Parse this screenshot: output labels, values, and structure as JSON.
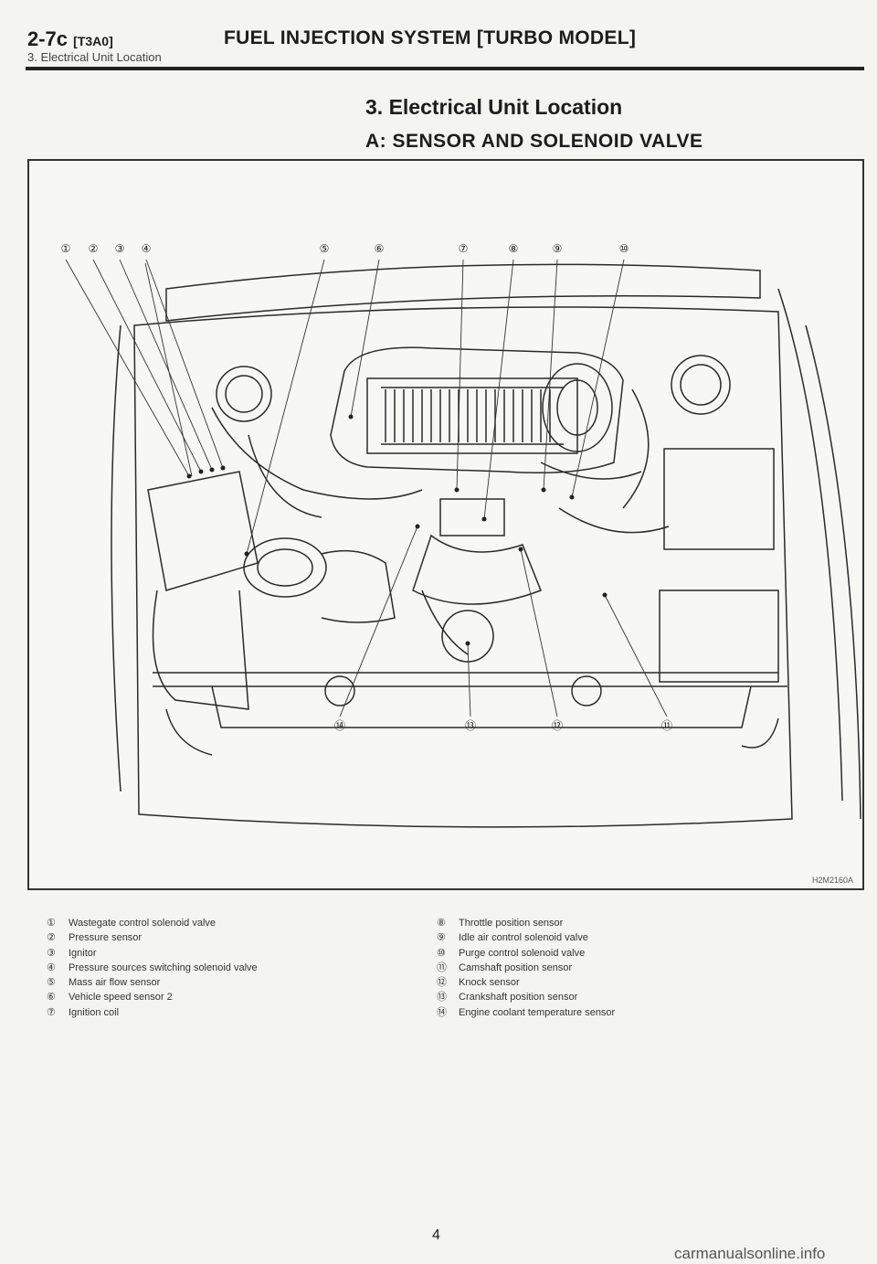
{
  "header": {
    "code": "2-7c",
    "code_tag": "[T3A0]",
    "title": "FUEL INJECTION SYSTEM [TURBO MODEL]",
    "subtitle": "3. Electrical Unit Location"
  },
  "section": {
    "title": "3. Electrical Unit Location",
    "subtitle": "A: SENSOR AND SOLENOID VALVE"
  },
  "figure": {
    "id": "H2M2160A",
    "callouts": [
      "①",
      "②",
      "③",
      "④",
      "⑤",
      "⑥",
      "⑦",
      "⑧",
      "⑨",
      "⑩",
      "⑪",
      "⑫",
      "⑬",
      "⑭"
    ]
  },
  "legend": {
    "left": [
      {
        "num": "①",
        "text": "Wastegate control solenoid valve"
      },
      {
        "num": "②",
        "text": "Pressure sensor"
      },
      {
        "num": "③",
        "text": "Ignitor"
      },
      {
        "num": "④",
        "text": "Pressure sources switching solenoid valve"
      },
      {
        "num": "⑤",
        "text": "Mass air flow sensor"
      },
      {
        "num": "⑥",
        "text": "Vehicle speed sensor 2"
      },
      {
        "num": "⑦",
        "text": "Ignition coil"
      }
    ],
    "right": [
      {
        "num": "⑧",
        "text": "Throttle position sensor"
      },
      {
        "num": "⑨",
        "text": "Idle air control solenoid valve"
      },
      {
        "num": "⑩",
        "text": "Purge control solenoid valve"
      },
      {
        "num": "⑪",
        "text": "Camshaft position sensor"
      },
      {
        "num": "⑫",
        "text": "Knock sensor"
      },
      {
        "num": "⑬",
        "text": "Crankshaft position sensor"
      },
      {
        "num": "⑭",
        "text": "Engine coolant temperature sensor"
      }
    ]
  },
  "footer": {
    "page": "4",
    "watermark": "carmanualsonline.info"
  }
}
